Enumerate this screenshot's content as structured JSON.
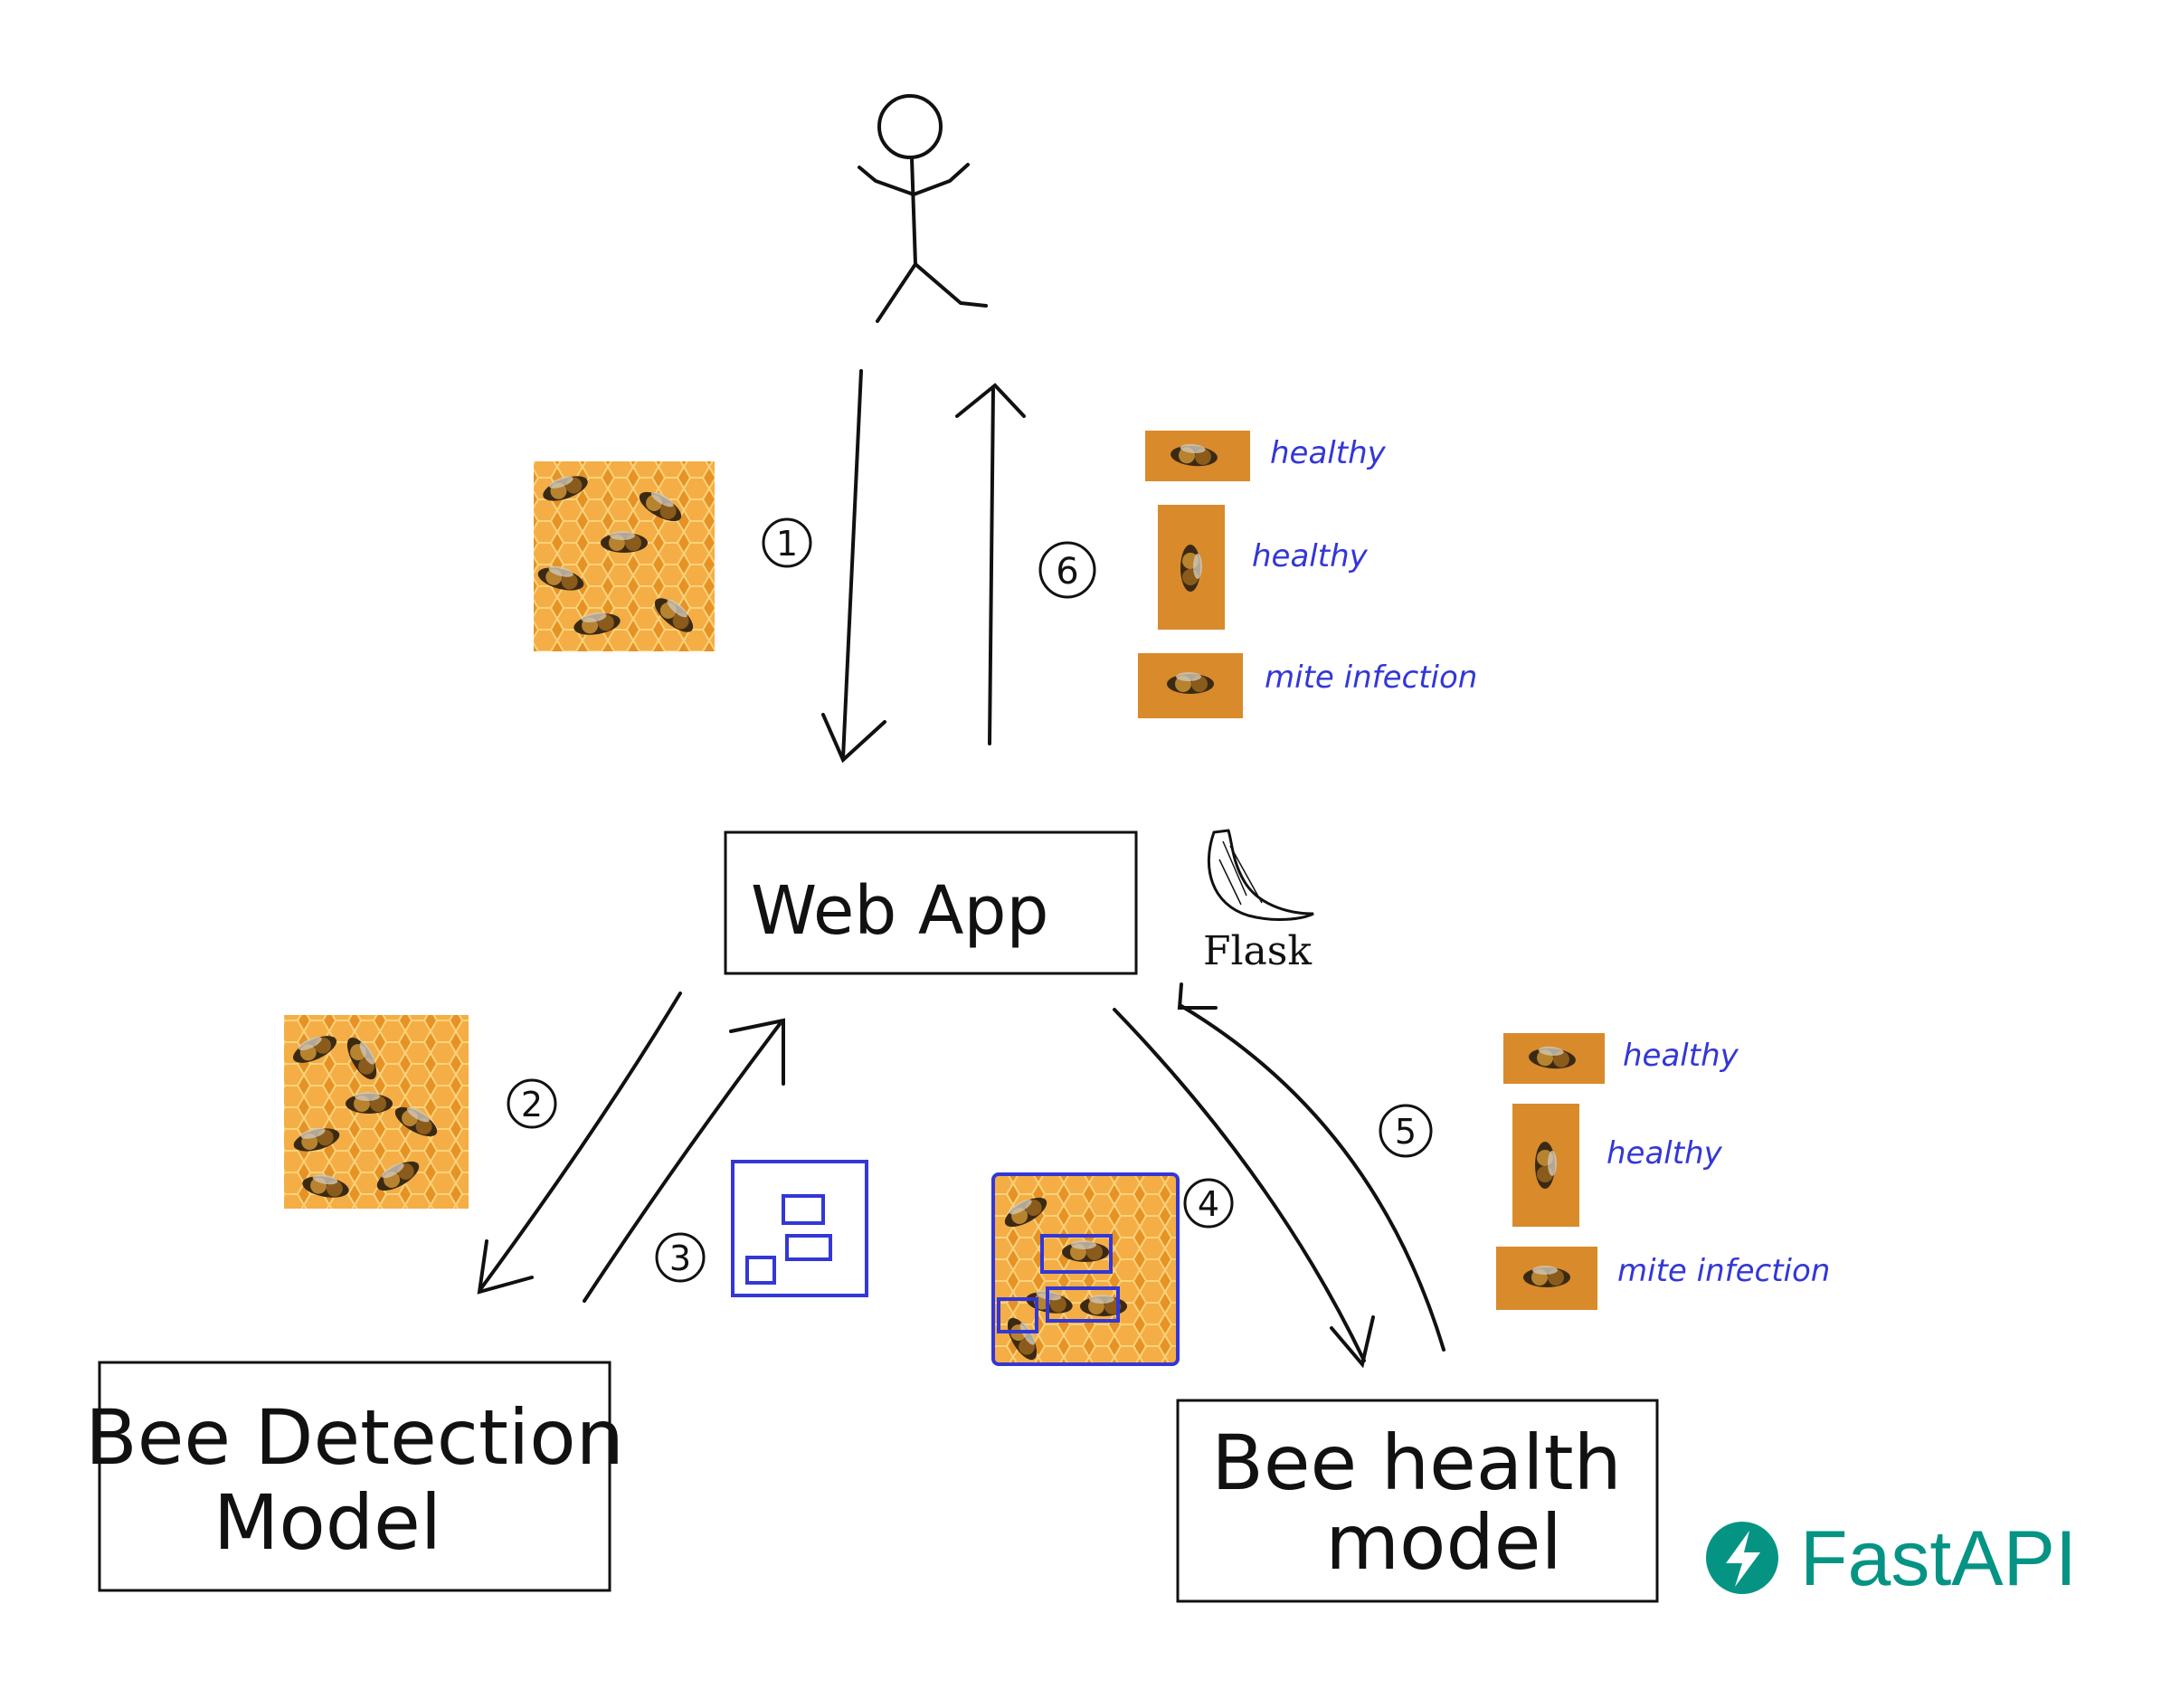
{
  "boxes": {
    "web_app": "Web App",
    "bee_detection_line1": "Bee Detection",
    "bee_detection_line2": "Model",
    "bee_health_line1": "Bee health",
    "bee_health_line2": "model"
  },
  "steps": [
    "1",
    "2",
    "3",
    "4",
    "5",
    "6"
  ],
  "labels_top": [
    "healthy",
    "healthy",
    "mite infection"
  ],
  "labels_bottom": [
    "healthy",
    "healthy",
    "mite infection"
  ],
  "logos": {
    "flask": "Flask",
    "fastapi": "FastAPI",
    "fastapi_color": "#059484"
  },
  "colors": {
    "ink": "#111111",
    "annotation_blue": "#3337d6",
    "honey": "#e7962a"
  }
}
